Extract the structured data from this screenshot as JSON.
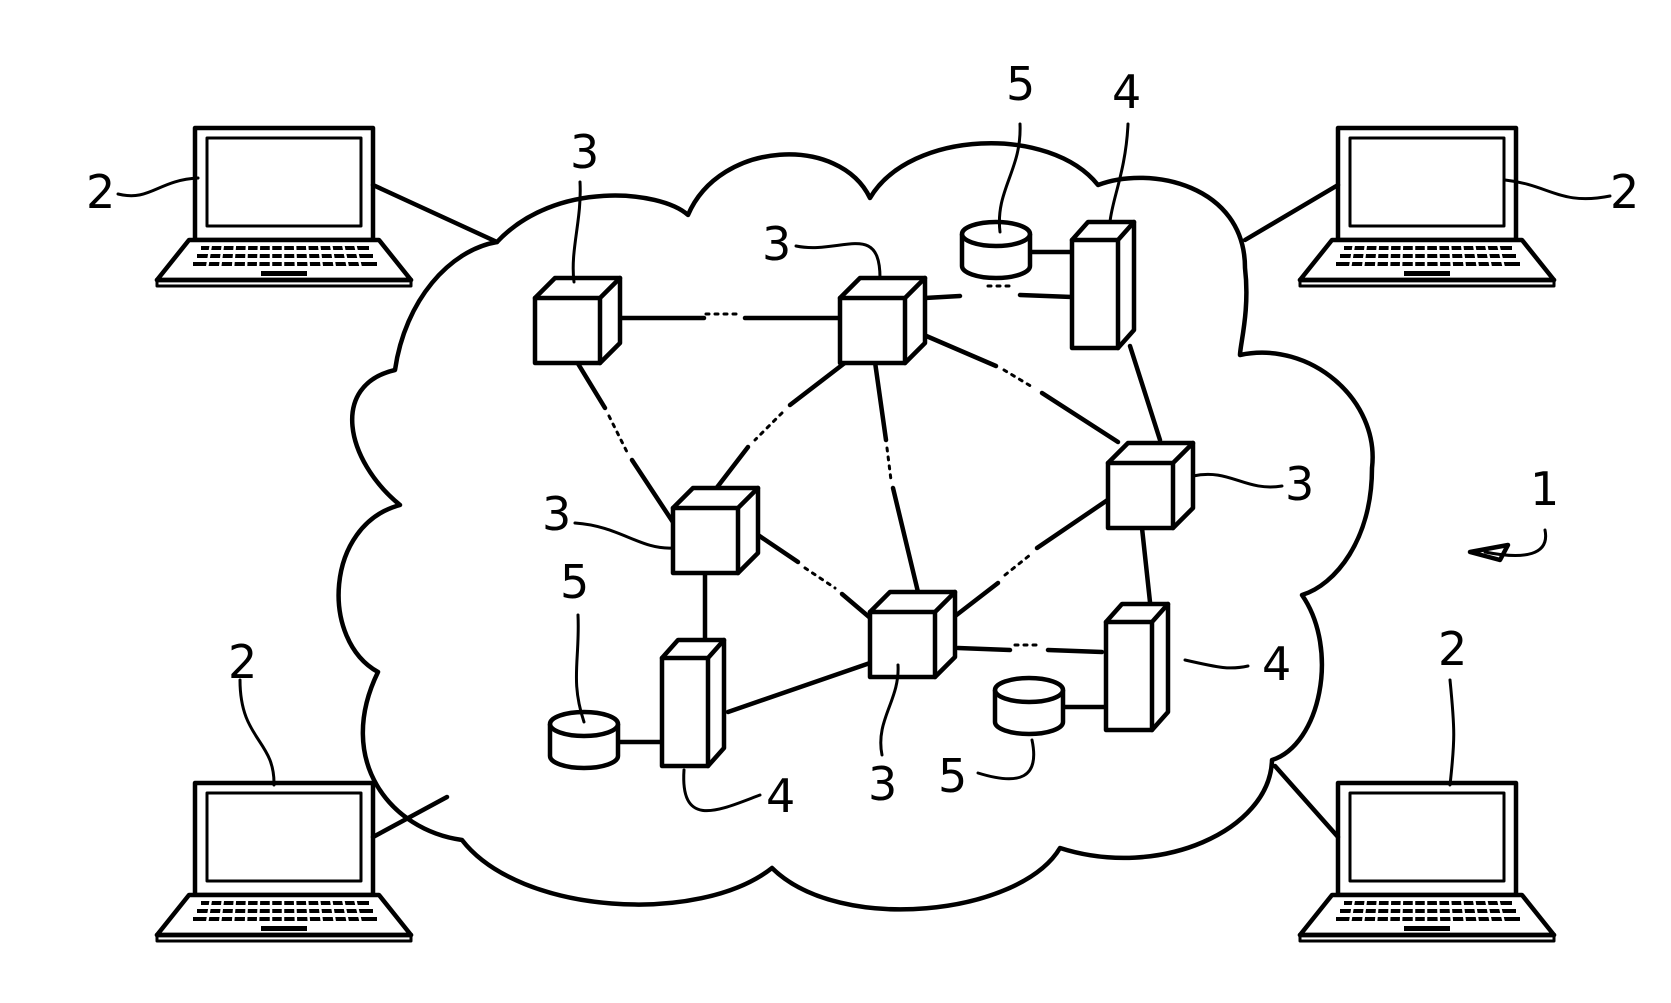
{
  "figure": {
    "system_ref": "1",
    "terminal_ref": "2",
    "node_ref": "3",
    "server_ref": "4",
    "storage_ref": "5"
  }
}
